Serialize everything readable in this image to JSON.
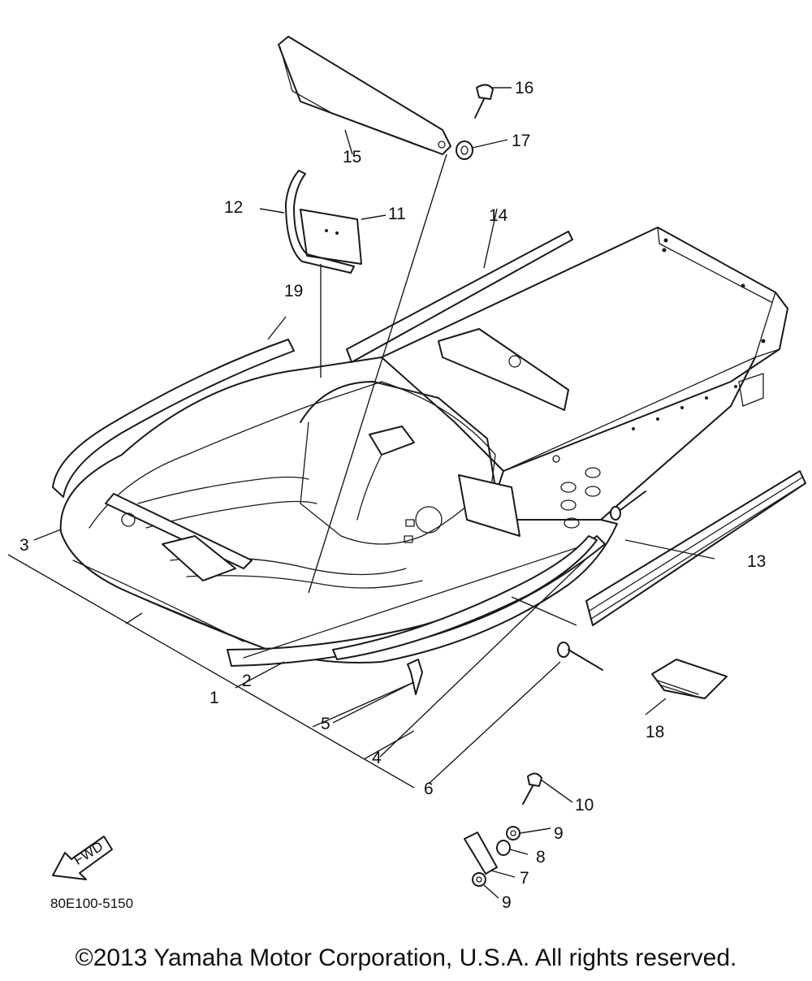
{
  "diagram": {
    "part_labels": {
      "p1": "1",
      "p2": "2",
      "p3": "3",
      "p4": "4",
      "p5": "5",
      "p6": "6",
      "p7": "7",
      "p8": "8",
      "p9a": "9",
      "p9b": "9",
      "p10": "10",
      "p11": "11",
      "p12": "12",
      "p13": "13",
      "p14": "14",
      "p15": "15",
      "p16": "16",
      "p17": "17",
      "p18": "18",
      "p19": "19"
    },
    "arrow_label": "FWD",
    "drawing_code": "80E100-5150"
  },
  "footer": {
    "copyright": "©2013 Yamaha Motor Corporation, U.S.A. All rights reserved."
  }
}
